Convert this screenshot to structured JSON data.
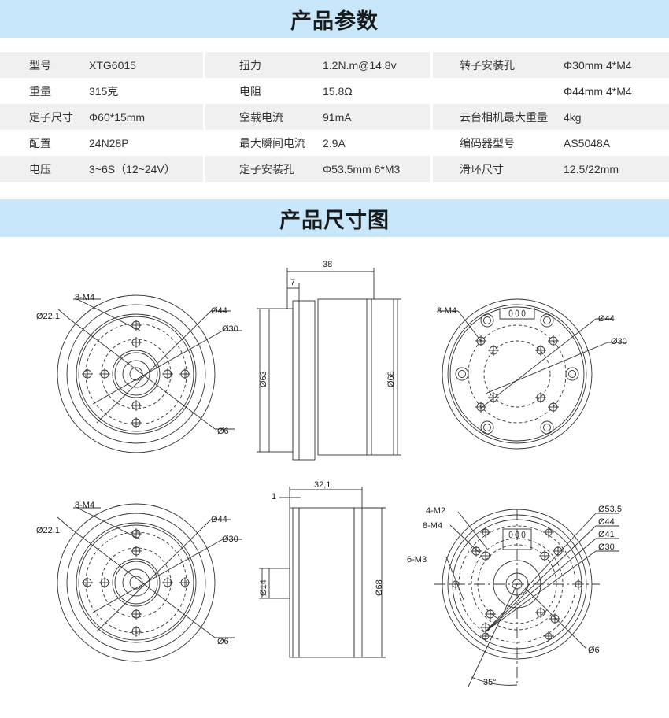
{
  "sections": {
    "params_title": "产品参数",
    "dims_title": "产品尺寸图"
  },
  "specs": [
    [
      {
        "label": "型号",
        "value": "XTG6015"
      },
      {
        "label": "扭力",
        "value": "1.2N.m@14.8v"
      },
      {
        "label": "转子安装孔",
        "value": "Φ30mm 4*M4"
      }
    ],
    [
      {
        "label": "重量",
        "value": "315克"
      },
      {
        "label": "电阻",
        "value": "15.8Ω"
      },
      {
        "label": "",
        "value": "Φ44mm 4*M4"
      }
    ],
    [
      {
        "label": "定子尺寸",
        "value": "Φ60*15mm"
      },
      {
        "label": "空载电流",
        "value": "91mA"
      },
      {
        "label": "云台相机最大重量",
        "value": "4kg"
      }
    ],
    [
      {
        "label": "配置",
        "value": "24N28P"
      },
      {
        "label": "最大瞬间电流",
        "value": "2.9A"
      },
      {
        "label": "编码器型号",
        "value": "AS5048A"
      }
    ],
    [
      {
        "label": "电压",
        "value": "3~6S（12~24V）"
      },
      {
        "label": "定子安装孔",
        "value": "Φ53.5mm 6*M3"
      },
      {
        "label": "滑环尺寸",
        "value": "12.5/22mm"
      }
    ]
  ],
  "drawings": {
    "top_front": {
      "holes": "8-M4",
      "d1": "Ø22.1",
      "d2": "Ø44",
      "d3": "Ø30",
      "d4": "Ø6"
    },
    "top_side": {
      "length": "38",
      "step": "7",
      "d_small": "Ø63",
      "d_large": "Ø68"
    },
    "top_back": {
      "holes": "8-M4",
      "d1": "Ø44",
      "d2": "Ø30"
    },
    "bottom_front": {
      "holes": "8-M4",
      "d1": "Ø22.1",
      "d2": "Ø44",
      "d3": "Ø30",
      "d4": "Ø6"
    },
    "bottom_side": {
      "length": "32,1",
      "step": "1",
      "d_shaft": "Ø14",
      "d_large": "Ø68"
    },
    "bottom_back": {
      "m2": "4-M2",
      "m4": "8-M4",
      "m3": "6-M3",
      "d1": "Ø53.5",
      "d2": "Ø44",
      "d3": "Ø41",
      "d4": "Ø30",
      "d5": "Ø6",
      "angle": "35°"
    }
  }
}
